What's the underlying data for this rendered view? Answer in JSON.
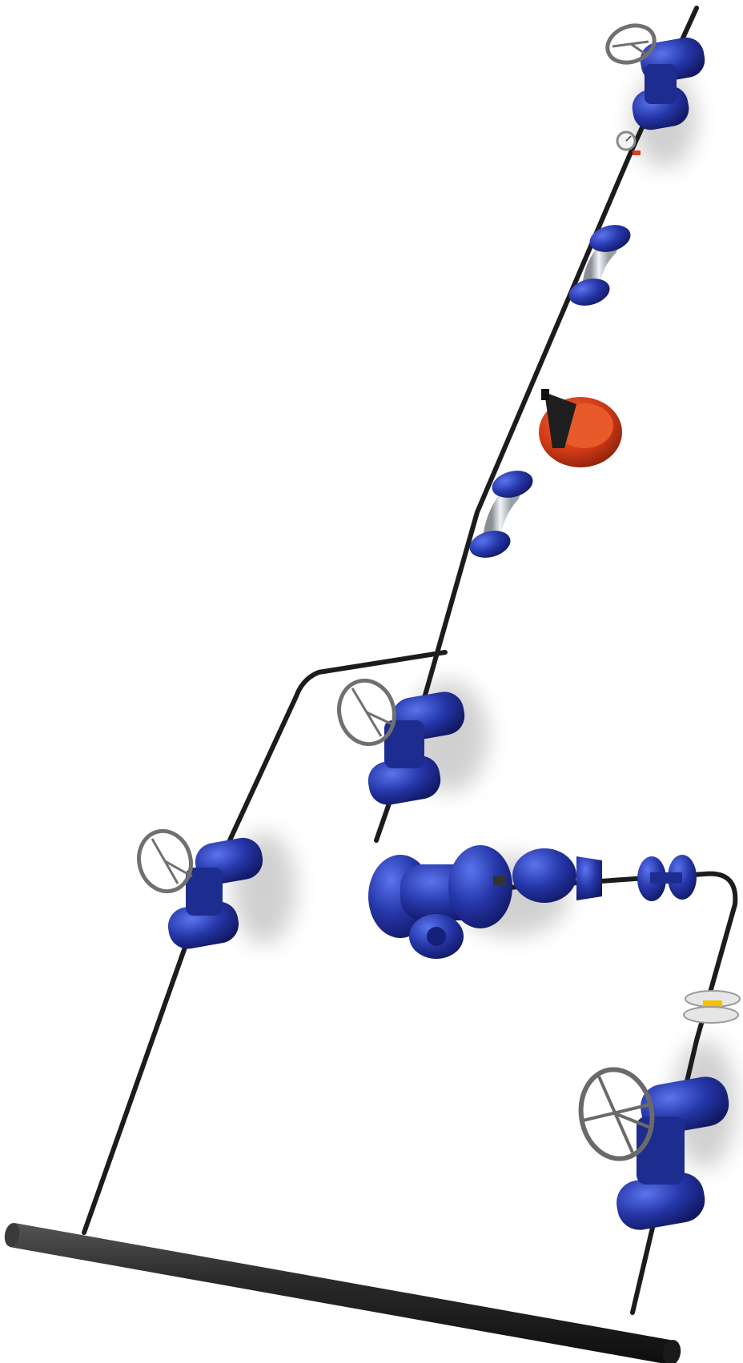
{
  "scene": {
    "background_color": "#ffffff",
    "pipe_color": "#1c1c1c",
    "valve_color": "#2536a8",
    "valve_highlight": "#4a63e0",
    "valve_shadow": "#16207a",
    "handwheel_color": "#6a6a6a",
    "silver_color": "#c8ccd2",
    "red_component_color": "#d8401e",
    "black_cone_color": "#1e1e1e",
    "sight_glass_color": "#f2c200",
    "gauge_face_color": "#f4f4f4",
    "header_pipe_color": "#2a2a2a",
    "components": [
      {
        "id": "top-globe-valve",
        "icon": "handwheel-globe-valve-icon"
      },
      {
        "id": "pressure-gauge",
        "icon": "pressure-gauge-icon"
      },
      {
        "id": "upper-flexible-hose",
        "icon": "flanged-hose-icon"
      },
      {
        "id": "separator-cyclone",
        "icon": "separator-icon"
      },
      {
        "id": "lower-flexible-hose",
        "icon": "flanged-hose-icon"
      },
      {
        "id": "middle-globe-valve",
        "icon": "handwheel-globe-valve-icon"
      },
      {
        "id": "bypass-globe-valve",
        "icon": "handwheel-globe-valve-icon"
      },
      {
        "id": "y-strainer",
        "icon": "y-strainer-icon"
      },
      {
        "id": "steam-trap",
        "icon": "steam-trap-icon"
      },
      {
        "id": "check-valve-flanges",
        "icon": "flange-pair-icon"
      },
      {
        "id": "sight-glass",
        "icon": "sight-glass-icon"
      },
      {
        "id": "bottom-globe-valve",
        "icon": "handwheel-globe-valve-icon"
      },
      {
        "id": "main-header-pipe",
        "icon": "header-pipe-icon"
      }
    ]
  }
}
